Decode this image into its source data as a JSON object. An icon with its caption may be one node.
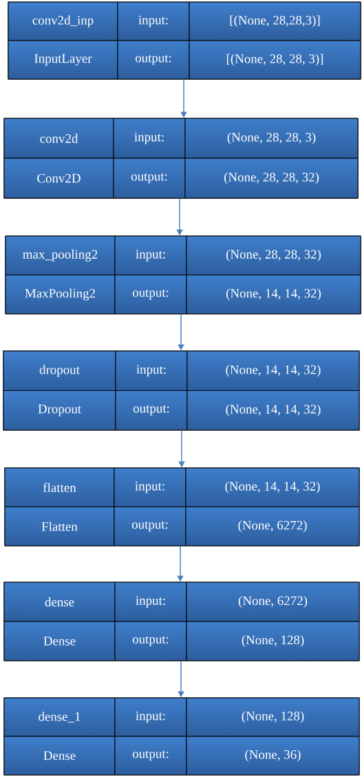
{
  "diagram": {
    "nodes": [
      {
        "text": [
          "conv2d_inp",
          "input:",
          "[(None, 28,28,3)]",
          "InputLayer",
          "output:",
          "[(None, 28, 28, 3)]"
        ]
      },
      {
        "text": [
          "conv2d",
          "input:",
          "(None, 28, 28, 3)",
          "Conv2D",
          "output:",
          "(None, 28, 28, 32)"
        ]
      },
      {
        "text": [
          "max_pooling2",
          "input:",
          "(None, 28, 28, 32)",
          "MaxPooling2",
          "output:",
          "(None, 14, 14, 32)"
        ]
      },
      {
        "text": [
          "dropout",
          "input:",
          "(None, 14, 14, 32)",
          "Dropout",
          "output:",
          "(None, 14, 14, 32)"
        ]
      },
      {
        "text": [
          "flatten",
          "input:",
          "(None, 14, 14, 32)",
          "Flatten",
          "output:",
          "(None, 6272)"
        ]
      },
      {
        "text": [
          "dense",
          "input:",
          "(None, 6272)",
          "Dense",
          "output:",
          "(None, 128)"
        ]
      },
      {
        "text": [
          "dense_1",
          "input:",
          "(None, 128)",
          "Dense",
          "output:",
          "(None, 36)"
        ]
      }
    ],
    "edges": [
      {
        "from": 0,
        "to": 1,
        "arrow": "to"
      },
      {
        "from": 1,
        "to": 2,
        "arrow": "to"
      },
      {
        "from": 2,
        "to": 3,
        "arrow": "to"
      },
      {
        "from": 3,
        "to": 4,
        "arrow": "to"
      },
      {
        "from": 4,
        "to": 5,
        "arrow": "to"
      },
      {
        "from": 5,
        "to": 6,
        "arrow": "to"
      }
    ]
  }
}
